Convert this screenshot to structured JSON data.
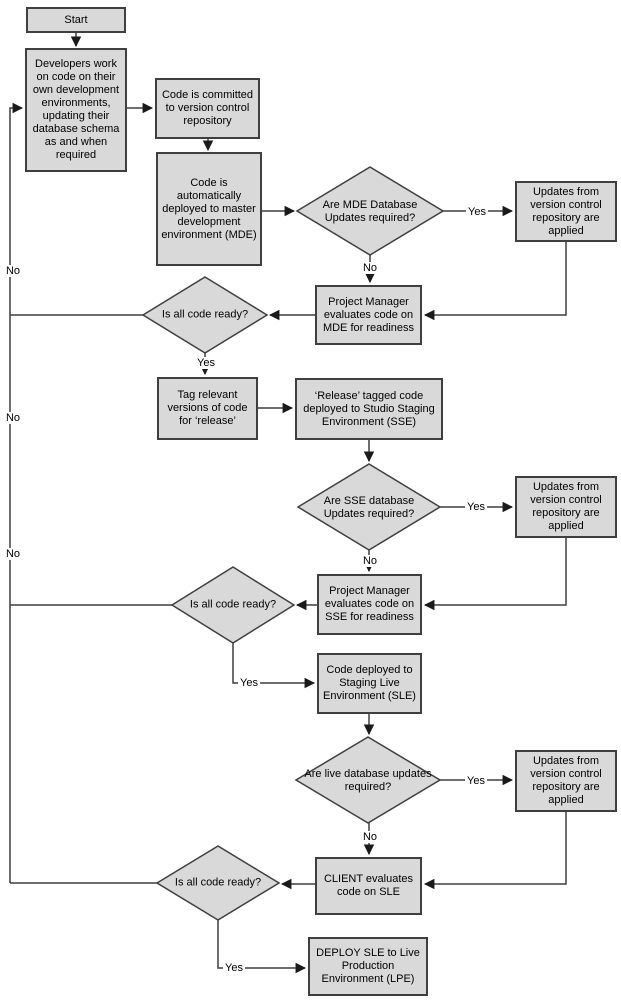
{
  "diagram": {
    "nodes": {
      "start": "Start",
      "developers": "Developers work on code on their own development environments, updating their database schema as and when required",
      "commit": "Code is committed to version control repository",
      "mde_deploy": "Code is automatically deployed to master development environment (MDE)",
      "updates_mde": "Updates from version control repository are applied",
      "pm_mde": "Project Manager evaluates code on MDE for readiness",
      "tag": "Tag relevant versions of code for ‘release’",
      "release_sse": "‘Release’ tagged code deployed to Studio Staging Environment (SSE)",
      "updates_sse": "Updates from version control repository are applied",
      "pm_sse": "Project Manager evaluates code on SSE for readiness",
      "sle": "Code deployed to Staging Live Environment (SLE)",
      "updates_live": "Updates from version control repository are applied",
      "client": "CLIENT evaluates code on SLE",
      "deploy": "DEPLOY SLE to Live Production Environment (LPE)"
    },
    "decisions": {
      "mde": "Are MDE Database Updates required?",
      "ready_mde": "Is all code ready?",
      "sse": "Are SSE database Updates required?",
      "ready_sse": "Is all code ready?",
      "live": "Are live database updates required?",
      "ready_live": "Is all code ready?"
    },
    "labels": {
      "yes": "Yes",
      "no": "No"
    },
    "colors": {
      "node_fill": "#d9d9d9",
      "node_border": "#3f3f3f",
      "line": "#3f3f3f",
      "text": "#000000"
    }
  }
}
